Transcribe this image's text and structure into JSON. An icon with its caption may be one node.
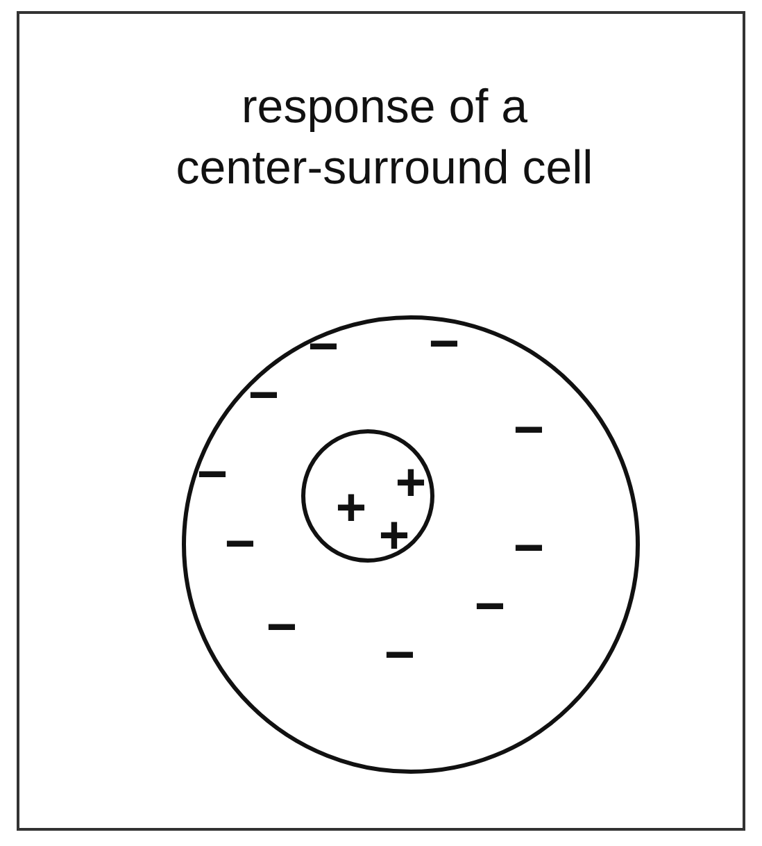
{
  "diagram": {
    "title": "response of a center-surround cell",
    "nodes": [
      {
        "text": [],
        "shape": "circle"
      },
      {
        "text": [],
        "shape": "circle",
        "in": 0
      }
    ],
    "labels": [
      "−",
      "−",
      "−",
      "−",
      "−",
      "+",
      "−",
      "+",
      "+",
      "−",
      "−",
      "−",
      "−"
    ]
  }
}
